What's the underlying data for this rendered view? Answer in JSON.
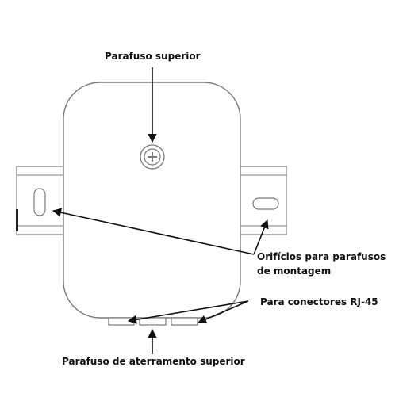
{
  "labels": {
    "top_screw": "Parafuso superior",
    "mounting_holes_line1": "Orifícios para parafusos",
    "mounting_holes_line2": "de montagem",
    "rj45_connectors": "Para conectores RJ-45",
    "ground_screw": "Parafuso de aterramento superior"
  },
  "colors": {
    "outline": "#7a7a7a",
    "arrow": "#111111",
    "text": "#111111"
  }
}
